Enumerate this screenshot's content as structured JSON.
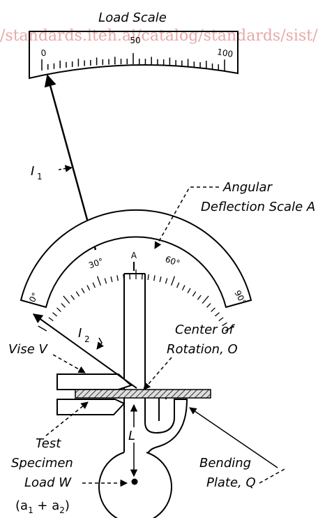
{
  "watermark": "/standards.iteh.ai/catalog/standards/sist/",
  "load_scale": {
    "title": "Load Scale",
    "tick_labels": [
      "0",
      "50",
      "100"
    ]
  },
  "angular_scale": {
    "tick_labels": [
      "0°",
      "30°",
      "A",
      "60°",
      "90°"
    ]
  },
  "labels": {
    "indicator_1_main": "I",
    "indicator_1_sub": "1",
    "indicator_2_main": "I",
    "indicator_2_sub": "2",
    "angular_line1": "Angular",
    "angular_line2": "Deflection Scale A",
    "center_line1": "Center of",
    "center_line2": "Rotation, O",
    "vise": "Vise V",
    "test_line1": "Test",
    "test_line2": "Specimen",
    "L": "L",
    "load_w": "Load W",
    "a_open": "(a",
    "a_sub1": "1",
    "a_mid": " + a",
    "a_sub2": "2",
    "a_close": ")",
    "bending_line1": "Bending",
    "bending_line2": "Plate, Q"
  },
  "colors": {
    "ink": "#000000",
    "watermark": "#e8a8a8",
    "hatch": "#555555"
  }
}
